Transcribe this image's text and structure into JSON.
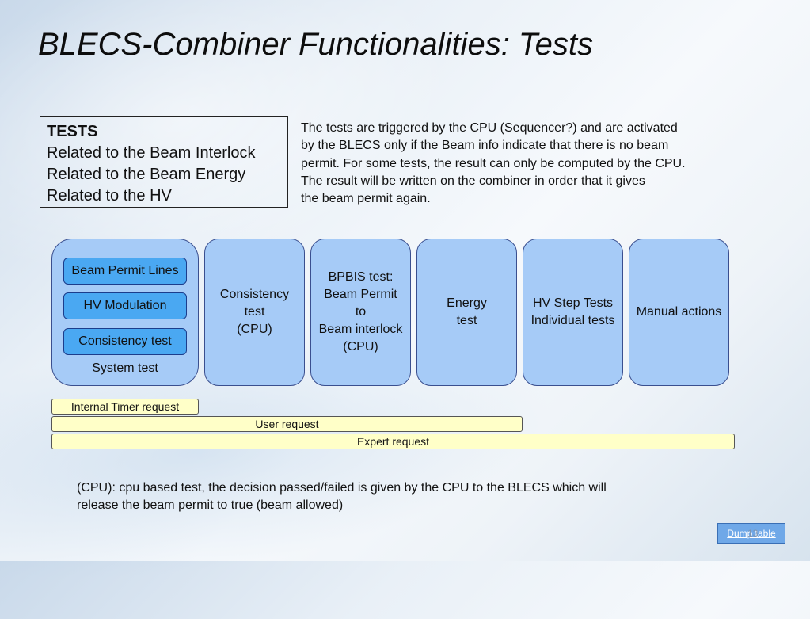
{
  "title": "BLECS-Combiner Functionalities: Tests",
  "tests_box": {
    "heading": "TESTS",
    "lines": [
      "Related to the Beam Interlock",
      "Related to the Beam Energy",
      "Related to the HV"
    ]
  },
  "description": [
    "The tests are triggered by the CPU (Sequencer?) and are activated",
    "by the BLECS only if the Beam info indicate that there is no beam",
    "permit. For some tests, the result can only be computed by the CPU.",
    "The result will be written on the combiner in order that it gives",
    "the beam permit again."
  ],
  "system_test": {
    "buttons": [
      "Beam Permit Lines",
      "HV Modulation",
      "Consistency test"
    ],
    "label": "System test"
  },
  "cards": [
    {
      "lines": [
        "Consistency",
        "test",
        "(CPU)"
      ]
    },
    {
      "lines": [
        "BPBIS test:",
        "Beam Permit",
        "to",
        "Beam interlock",
        "(CPU)"
      ]
    },
    {
      "lines": [
        "Energy",
        "test"
      ]
    },
    {
      "lines": [
        "HV Step Tests",
        "Individual tests"
      ]
    },
    {
      "lines": [
        "Manual actions"
      ]
    }
  ],
  "requests": {
    "internal": "Internal Timer request",
    "user": "User request",
    "expert": "Expert request"
  },
  "note": [
    "(CPU): cpu based test, the decision passed/failed is given by the CPU to the BLECS which will",
    "release the beam permit to true (beam allowed)"
  ],
  "footer": {
    "dump_label": "Dump table",
    "page_number": "13"
  }
}
